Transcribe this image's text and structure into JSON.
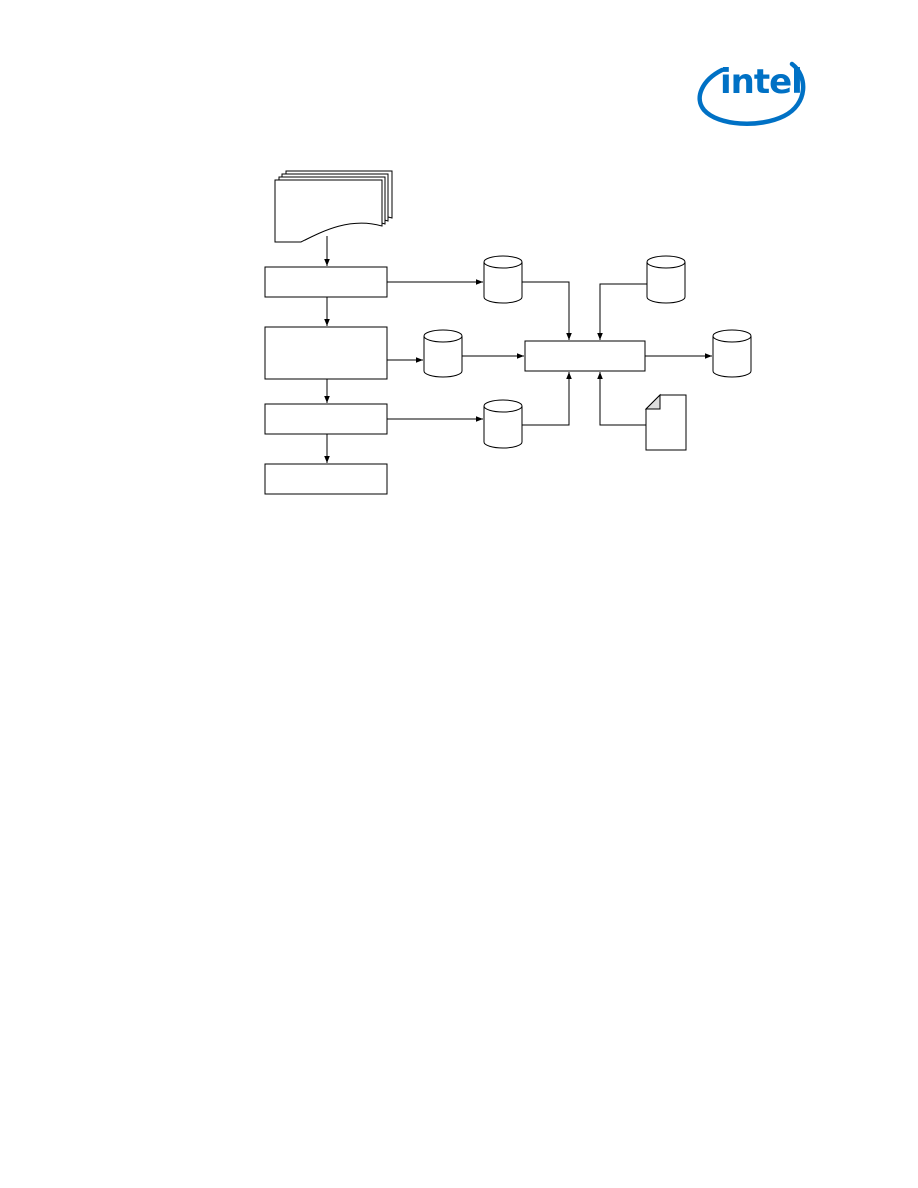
{
  "logo": {
    "text": "intel",
    "color": "#0071c5"
  },
  "diagram": {
    "stroke_color": "#000000",
    "fill_color": "#ffffff",
    "page_corner_color": "#dddddd",
    "shapes": {
      "input_documents": "multi-document",
      "process_boxes": 5,
      "database_cylinders": 5,
      "output_document": "document-with-folded-corner"
    }
  }
}
